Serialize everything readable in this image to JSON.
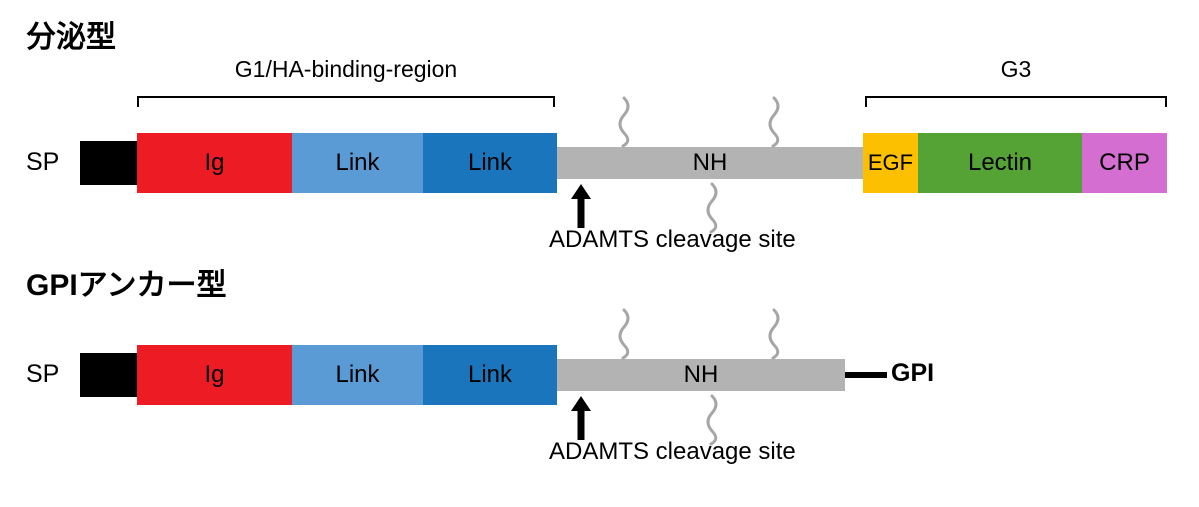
{
  "colors": {
    "sp": "#000000",
    "ig": "#ed1c24",
    "link_light": "#5b9bd5",
    "link_dark": "#1b75bc",
    "nh": "#b3b3b3",
    "egf": "#fcc000",
    "lectin": "#55a335",
    "crp": "#d46ed0",
    "squiggle": "#a6a6a6",
    "line": "#000000"
  },
  "secreted": {
    "title": "分泌型",
    "g1_bracket_label": "G1/HA-binding-region",
    "g3_bracket_label": "G3",
    "sp_label": "SP",
    "domains": {
      "ig": "Ig",
      "link1": "Link",
      "link2": "Link",
      "nh": "NH",
      "egf": "EGF",
      "lectin": "Lectin",
      "crp": "CRP"
    },
    "cleavage_label": "ADAMTS cleavage site"
  },
  "gpi_anchored": {
    "title": "GPIアンカー型",
    "sp_label": "SP",
    "domains": {
      "ig": "Ig",
      "link1": "Link",
      "link2": "Link",
      "nh": "NH"
    },
    "gpi_label": "GPI",
    "cleavage_label": "ADAMTS cleavage site"
  }
}
